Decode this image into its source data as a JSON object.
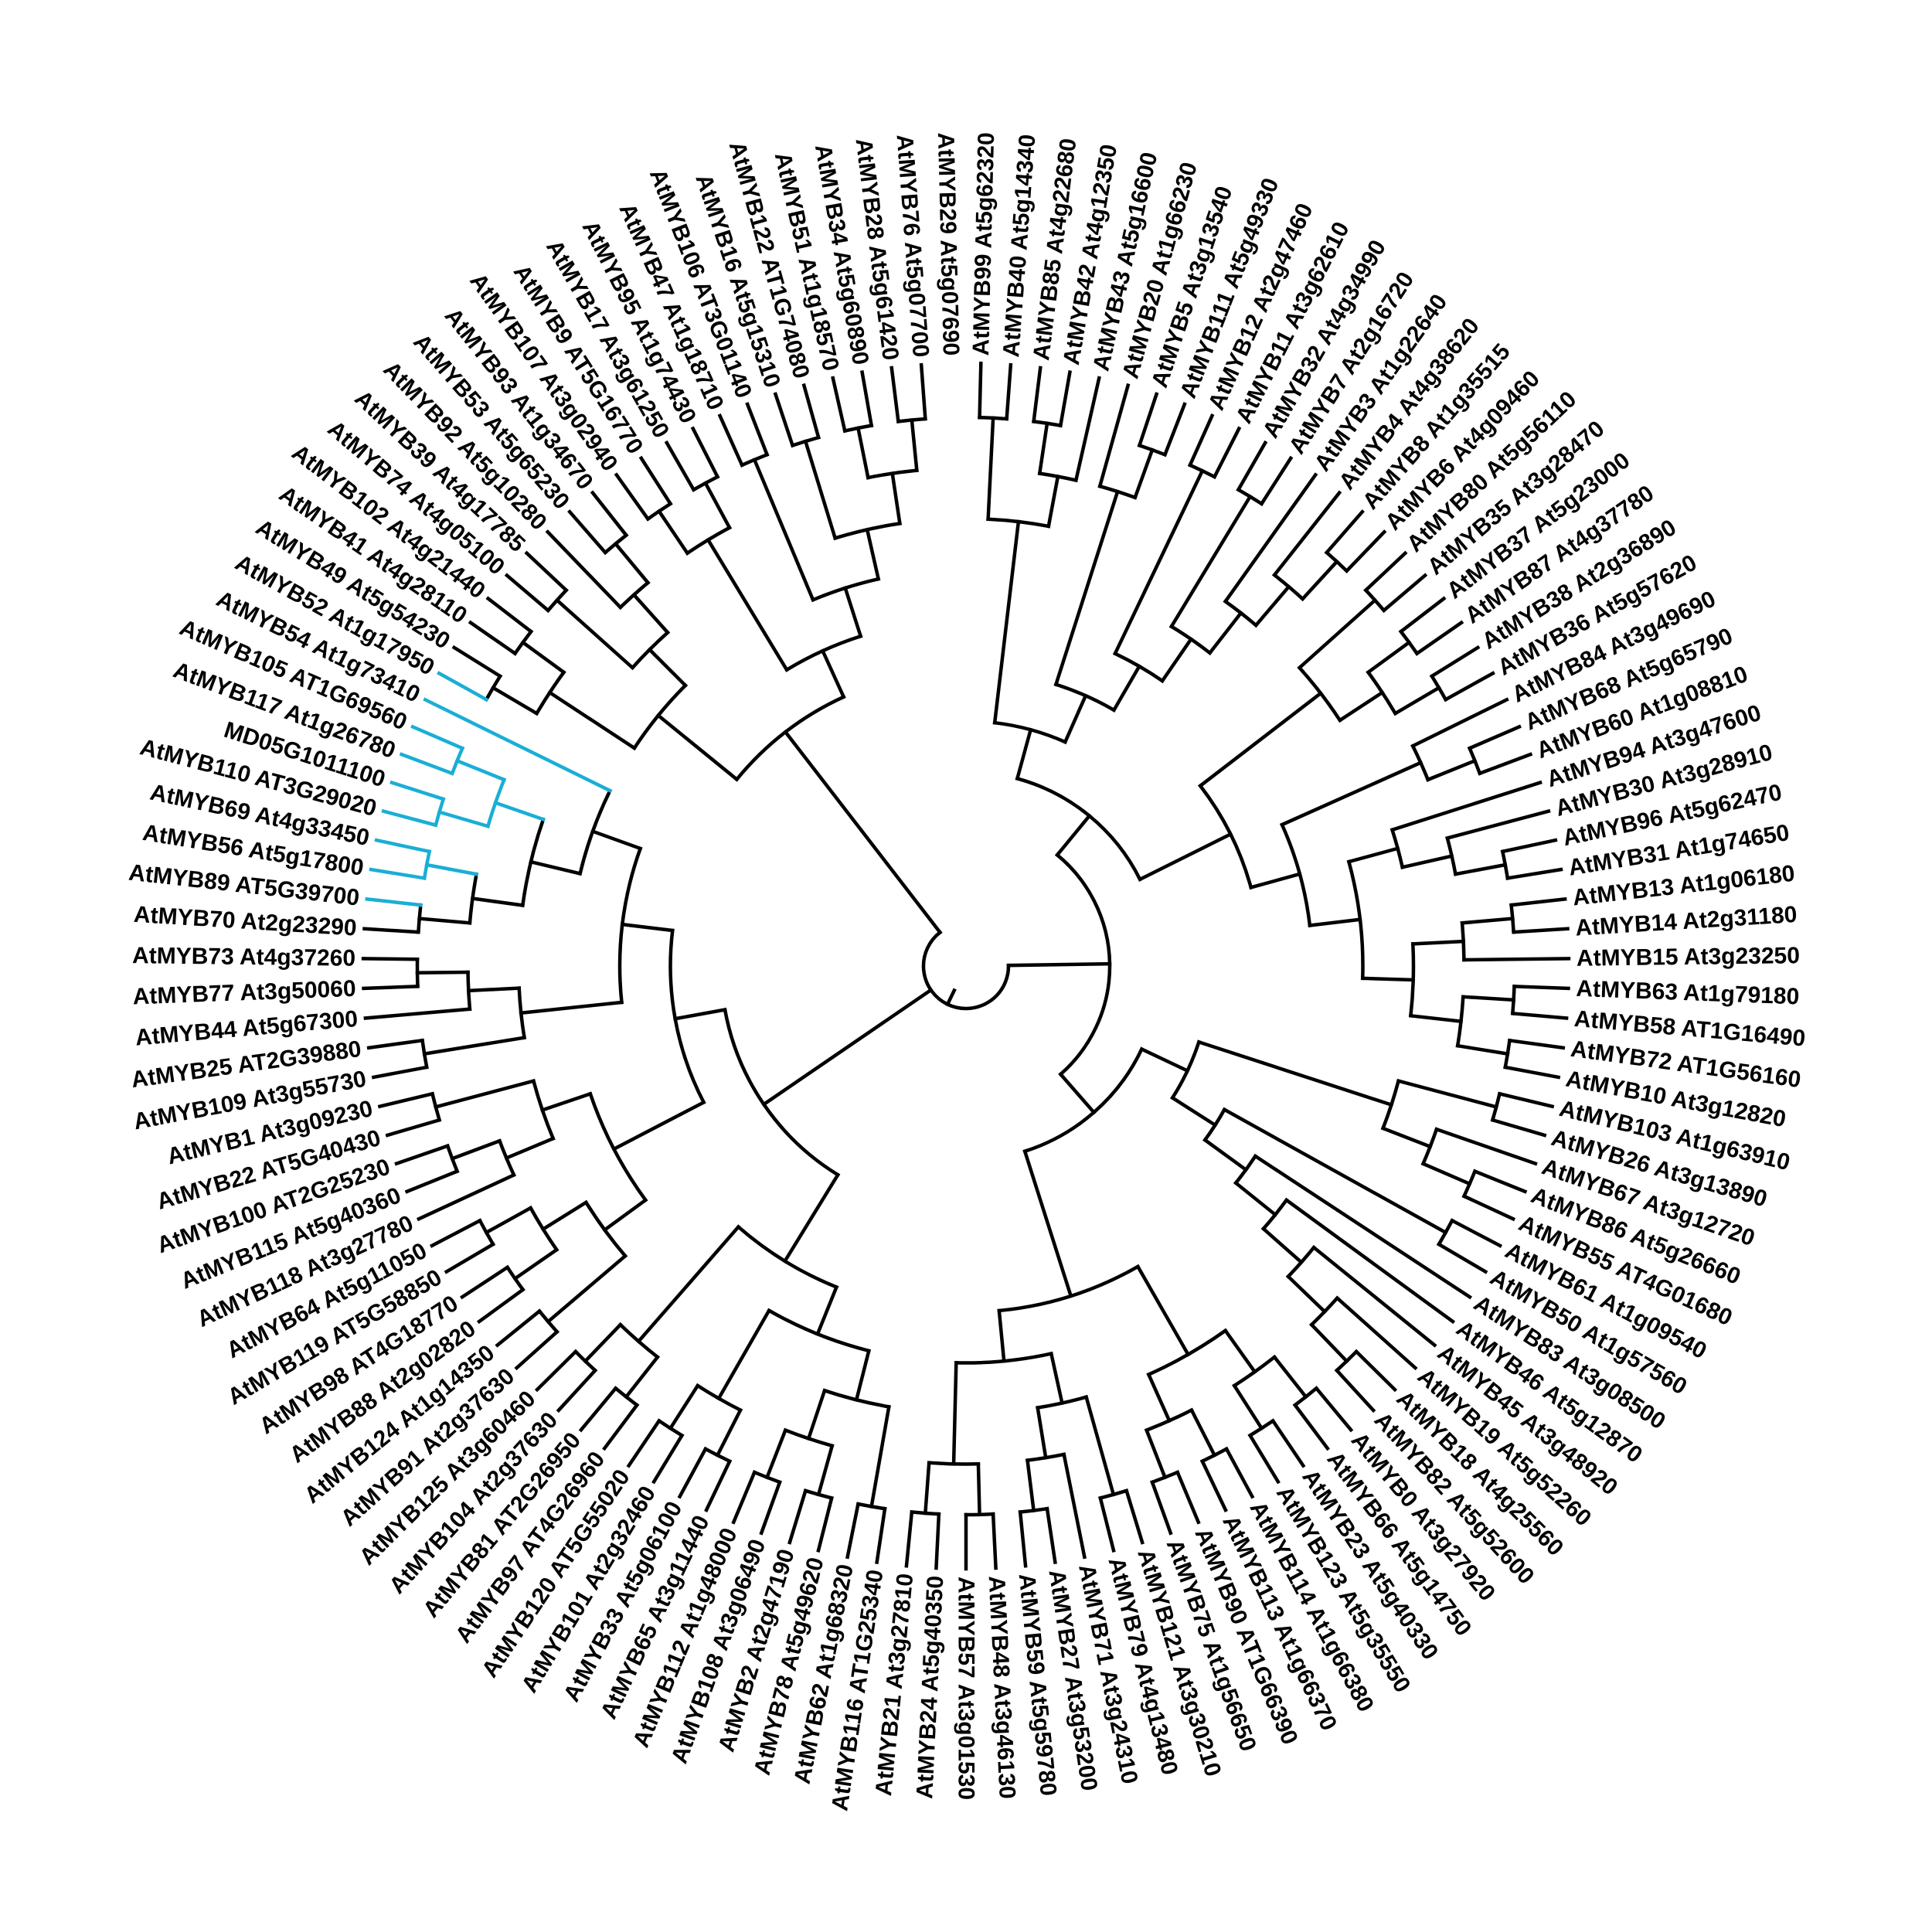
{
  "colors": {
    "branch": "#000000",
    "highlight": "#1aaed6",
    "label": "#000000",
    "background": "#ffffff"
  },
  "tree": {
    "type": "circular-dendrogram",
    "highlighted_clade": [
      "AtMYB52 At1g17950",
      "AtMYB54 At1g73410",
      "AtMYB105 AT1G69560",
      "AtMYB117 At1g26780",
      "MD05G1011100",
      "AtMYB110 AT3G29020",
      "AtMYB69 At4g33450",
      "AtMYB56 At5g17800",
      "AtMYB89 AT5G39700"
    ],
    "leaves": [
      "AtMYB99 At5g62320",
      "AtMYB40 At5g14340",
      "AtMYB85 At4g22680",
      "AtMYB42 At4g12350",
      "AtMYB43 At5g16600",
      "AtMYB20 At1g66230",
      "AtMYB5 At3g13540",
      "AtMYB111 At5g49330",
      "AtMYB12 At2g47460",
      "AtMYB11 At3g62610",
      "AtMYB32 At4g34990",
      "AtMYB7 At2g16720",
      "AtMYB3 At1g22640",
      "AtMYB4 At4g38620",
      "AtMYB8 At1g35515",
      "AtMYB6 At4g09460",
      "AtMYB80 At5g56110",
      "AtMYB35 At3g28470",
      "AtMYB37 At5g23000",
      "AtMYB87 At4g37780",
      "AtMYB38 At2g36890",
      "AtMYB36 At5g57620",
      "AtMYB84 At3g49690",
      "AtMYB68 At5g65790",
      "AtMYB60 At1g08810",
      "AtMYB94 At3g47600",
      "AtMYB30 At3g28910",
      "AtMYB96 At5g62470",
      "AtMYB31 At1g74650",
      "AtMYB13 At1g06180",
      "AtMYB14 At2g31180",
      "AtMYB15 At3g23250",
      "AtMYB63 At1g79180",
      "AtMYB58 AT1G16490",
      "AtMYB72 AT1G56160",
      "AtMYB10 At3g12820",
      "AtMYB103 At1g63910",
      "AtMYB26 At3g13890",
      "AtMYB67 At3g12720",
      "AtMYB86 At5g26660",
      "AtMYB55 AT4G01680",
      "AtMYB61 At1g09540",
      "AtMYB50 At1g57560",
      "AtMYB83 At3g08500",
      "AtMYB46 At5g12870",
      "AtMYB45 At3g48920",
      "AtMYB19 At5g52260",
      "AtMYB18 At4g25560",
      "AtMYB82 At5g52600",
      "AtMYB0 At3g27920",
      "AtMYB66 At5g14750",
      "AtMYB23 At5g40330",
      "AtMYB123 At5g35550",
      "AtMYB114 At1g66380",
      "AtMYB113 At1g66370",
      "AtMYB90 AT1G66390",
      "AtMYB75 At1g56650",
      "AtMYB121 At3g30210",
      "AtMYB79 At4g13480",
      "AtMYB71 At3g24310",
      "AtMYB27 At3g53200",
      "AtMYB59 At5g59780",
      "AtMYB48 At3g46130",
      "AtMYB57 At3g01530",
      "AtMYB24 At5g40350",
      "AtMYB21 At3g27810",
      "AtMYB116 AT1G25340",
      "AtMYB62 At1g68320",
      "AtMYB78 At5g49620",
      "AtMYB2 At2g47190",
      "AtMYB108 At3g06490",
      "AtMYB112 At1g48000",
      "AtMYB65 At3g11440",
      "AtMYB33 At5g06100",
      "AtMYB101 At2g32460",
      "AtMYB120 AT5G55020",
      "AtMYB97 AT4G26960",
      "AtMYB81 AT2G26950",
      "AtMYB104 At2g37630",
      "AtMYB125 At3g60460",
      "AtMYB91 At2g37630",
      "AtMYB124 At1g14350",
      "AtMYB88 At2g02820",
      "AtMYB98 AT4G18770",
      "AtMYB119 AT5G58850",
      "AtMYB64 At5g11050",
      "AtMYB118 At3g27780",
      "AtMYB115 At5g40360",
      "AtMYB100 AT2G25230",
      "AtMYB22 AT5G40430",
      "AtMYB1 At3g09230",
      "AtMYB109 At3g55730",
      "AtMYB25 AT2G39880",
      "AtMYB44 At5g67300",
      "AtMYB77 At3g50060",
      "AtMYB73 At4g37260",
      "AtMYB70 At2g23290",
      "AtMYB89 AT5G39700",
      "AtMYB56 At5g17800",
      "AtMYB69 At4g33450",
      "AtMYB110 AT3G29020",
      "MD05G1011100",
      "AtMYB117 At1g26780",
      "AtMYB105 AT1G69560",
      "AtMYB54 At1g73410",
      "AtMYB52 At1g17950",
      "AtMYB49 At5g54230",
      "AtMYB41 At4g28110",
      "AtMYB102 At4g21440",
      "AtMYB74 At4g05100",
      "AtMYB39 At4g17785",
      "AtMYB92 At5g10280",
      "AtMYB53 At5g65230",
      "AtMYB93 At1g34670",
      "AtMYB107 At3g02940",
      "AtMYB9 AT5G16770",
      "AtMYB17 At3g61250",
      "AtMYB95 At1g74430",
      "AtMYB47 At1g18710",
      "AtMYB106 AT3G01140",
      "AtMYB16 At5g15310",
      "AtMYB122 AT1G74080",
      "AtMYB51 At1g18570",
      "AtMYB34 At5g60890",
      "AtMYB28 At5g61420",
      "AtMYB76 At5g07700",
      "AtMYB29 At5g07690"
    ],
    "newick": "((((((0,1),((2,3),4)),((5,(6,7)),((8,9),((10,11),(12,(13,(14,15))))))),(((16,17),((18,19),(20,21))),((22,(23,24)),((25,(26,(27,28))),(((29,30),31),((32,33),(34,35))))))),((((36,37),(38,(39,40))),((41,42),(43,(44,(45,(46,(47,48))))))),((((49,50),(51,52)),((53,54),(55,56))),(((57,58),(59,(60,61))),((62,63),(64,65)))))),(((((66,67),((68,69),(70,71))),((72,73),(74,75))),((76,77),(78,79))),((((80,81),((82,83),(84,85))),((86,(87,88)),(89,90))),(((91,92),(93,(94,95))),((((96,97),(98,99)),((100,101),(102,103))),104)))),((((105,106),(107,108)),((109,110),(111,(112,113)))),(((114,115),(116,117)),((118,119),((120,121),((122,123),(124,125)))))));"
  }
}
